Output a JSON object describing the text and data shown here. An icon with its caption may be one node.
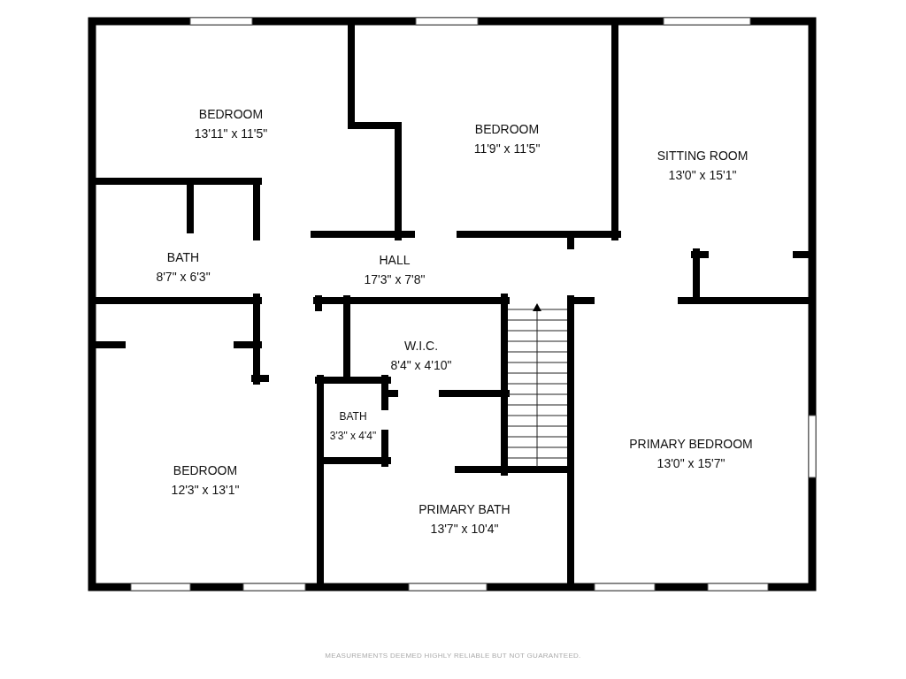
{
  "diagram": {
    "nodes": [
      {
        "text": [
          "BEDROOM",
          "13'11\" x 11'5\""
        ]
      },
      {
        "text": [
          "BEDROOM",
          "11'9\" x 11'5\""
        ]
      },
      {
        "text": [
          "SITTING ROOM",
          "13'0\" x 15'1\""
        ]
      },
      {
        "text": [
          "BATH",
          "8'7\" x 6'3\""
        ]
      },
      {
        "text": [
          "HALL",
          "17'3\" x 7'8\""
        ]
      },
      {
        "text": [
          "W.I.C.",
          "8'4\" x 4'10\""
        ]
      },
      {
        "text": [
          "BATH",
          "3'3\" x 4'4\""
        ]
      },
      {
        "text": [
          "BEDROOM",
          "12'3\" x 13'1\""
        ]
      },
      {
        "text": [
          "PRIMARY BATH",
          "13'7\" x 10'4\""
        ]
      },
      {
        "text": [
          "PRIMARY BEDROOM",
          "13'0\" x 15'7\""
        ]
      }
    ],
    "labels": [
      "MEASUREMENTS DEEMED HIGHLY RELIABLE BUT NOT GUARANTEED."
    ]
  }
}
